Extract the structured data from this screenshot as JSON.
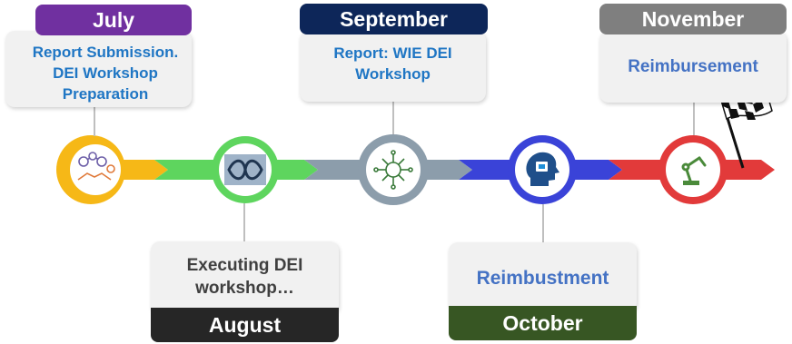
{
  "milestones": [
    {
      "month": "July",
      "text_lines": [
        "Report Submission.",
        "DEI Workshop",
        "Preparation"
      ],
      "header_color": "#7030a0",
      "text_color": "#1f76c4",
      "node_color": "#f6b817",
      "icon": "handshake-network-icon"
    },
    {
      "month": "August",
      "text_lines": [
        "Executing DEI",
        "workshop…"
      ],
      "header_color": "#262626",
      "text_color": "#404040",
      "node_color": "#5ed55e",
      "icon": "infinity-network-icon"
    },
    {
      "month": "September",
      "text_lines": [
        "Report: WIE DEI",
        "Workshop"
      ],
      "header_color": "#0d2659",
      "text_color": "#1f76c4",
      "node_color": "#8c9dab",
      "icon": "crypto-circuit-icon"
    },
    {
      "month": "October",
      "text_lines": [
        "Reimbustment"
      ],
      "header_color": "#375623",
      "text_color": "#4472c4",
      "node_color": "#3a43d8",
      "icon": "ai-head-icon"
    },
    {
      "month": "November",
      "text_lines": [
        "Reimbursement"
      ],
      "header_color": "#7f7f7f",
      "text_color": "#4472c4",
      "node_color": "#e23a3a",
      "icon": "robot-arm-icon"
    }
  ],
  "finish_icon": "checkered-flag-icon"
}
